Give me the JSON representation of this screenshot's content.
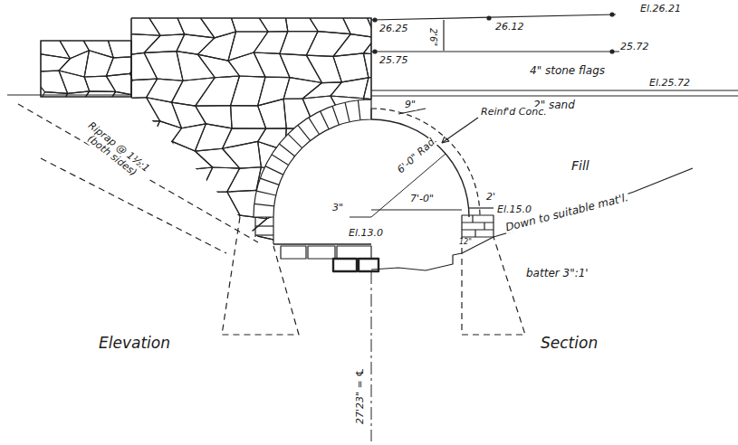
{
  "diagram": {
    "labels": [
      "26.25",
      "25.75",
      "2'6\"",
      "26.12",
      "El.26.21",
      "25.72",
      "4\" stone flags",
      "El.25.72",
      "2\" sand",
      "9\"",
      "Reinf'd Conc.",
      "6'-0\" Rad.",
      "7'-0\"",
      "3\"",
      "2'",
      "Fill",
      "El.15.0",
      "12\"",
      "El.13.0",
      "Riprap @ 1½:1 (both sides)",
      "Down to suitable mat'l.",
      "batter 3\":1'",
      "Elevation",
      "Section",
      "27'23\" = ℄"
    ]
  }
}
